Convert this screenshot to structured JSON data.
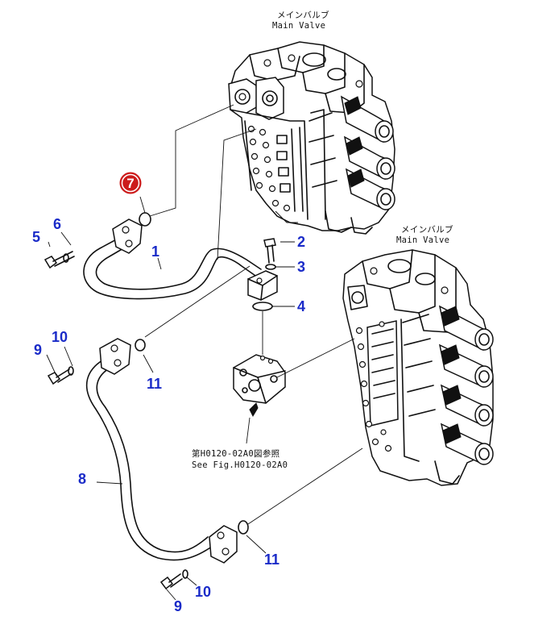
{
  "main_valve_top": {
    "jp": "メインバルブ",
    "en": "Main Valve"
  },
  "main_valve_right": {
    "jp": "メインバルブ",
    "en": "Main Valve"
  },
  "reference": {
    "jp": "第H0120-02A0図参照",
    "en": "See Fig.H0120-02A0"
  },
  "highlight_color": "#cc1b1b",
  "number_color": "#1a2bc8",
  "callouts": {
    "c1": "1",
    "c2": "2",
    "c3": "3",
    "c4": "4",
    "c5": "5",
    "c6": "6",
    "c7": "7",
    "c8": "8",
    "c9a": "9",
    "c10a": "10",
    "c11a": "11",
    "c9b": "9",
    "c10b": "10",
    "c11b": "11"
  }
}
